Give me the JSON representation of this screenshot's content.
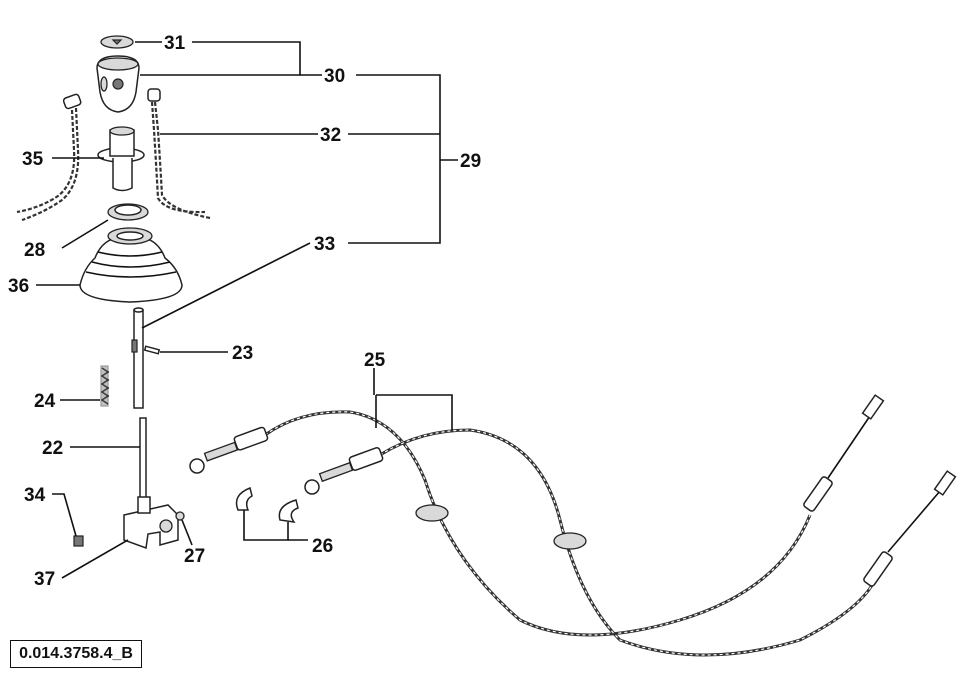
{
  "callouts": {
    "c22": "22",
    "c23": "23",
    "c24": "24",
    "c25": "25",
    "c26": "26",
    "c27": "27",
    "c28": "28",
    "c29": "29",
    "c30": "30",
    "c31": "31",
    "c32": "32",
    "c33": "33",
    "c34": "34",
    "c35": "35",
    "c36": "36",
    "c37": "37"
  },
  "reference_code": "0.014.3758.4_B"
}
